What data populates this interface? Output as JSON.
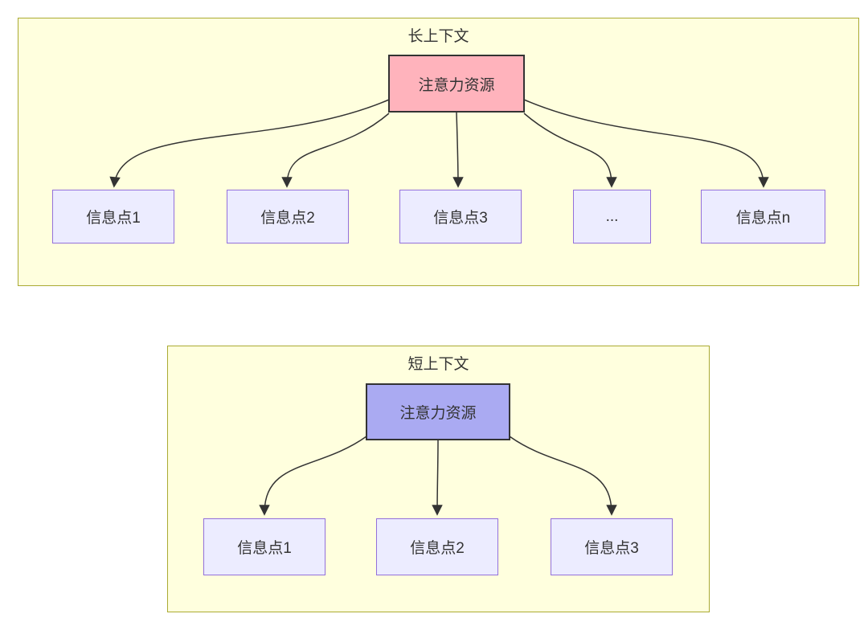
{
  "colors": {
    "page_background": "#ffffff",
    "cluster_fill": "#ffffde",
    "cluster_border": "#aaaa33",
    "info_node_fill": "#ececff",
    "info_node_border": "#9370db",
    "attention_long_fill": "#ffb3bc",
    "attention_short_fill": "#aaaaf2",
    "attention_border": "#333333",
    "arrow_color": "#333333",
    "text_color": "#333333"
  },
  "diagram": {
    "sections": [
      {
        "title": "长上下文",
        "root": {
          "label": "注意力资源",
          "fill": "#ffb3bc"
        },
        "children": [
          {
            "label": "信息点1"
          },
          {
            "label": "信息点2"
          },
          {
            "label": "信息点3"
          },
          {
            "label": "..."
          },
          {
            "label": "信息点n"
          }
        ]
      },
      {
        "title": "短上下文",
        "root": {
          "label": "注意力资源",
          "fill": "#aaaaf2"
        },
        "children": [
          {
            "label": "信息点1"
          },
          {
            "label": "信息点2"
          },
          {
            "label": "信息点3"
          }
        ]
      }
    ]
  }
}
